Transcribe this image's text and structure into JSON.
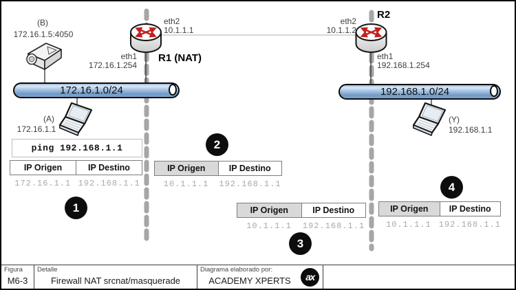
{
  "colors": {
    "pipe_blue": "#7fa7d1",
    "dash_gray": "#a6a6a6",
    "arrow_red": "#c41f1f",
    "table_header_gray": "#d9d9d9",
    "value_gray": "#a9a9a9",
    "badge_black": "#0d0d0d"
  },
  "diagram": {
    "networks": {
      "left": "172.16.1.0/24",
      "right": "192.168.1.0/24"
    },
    "devices": {
      "projector_b": {
        "label": "(B)",
        "address": "172.16.1.5:4050"
      },
      "host_a": {
        "label": "(A)",
        "address": "172.16.1.1"
      },
      "host_y": {
        "label": "(Y)",
        "address": "192.168.1.1"
      },
      "router_r1": {
        "name": "R1 (NAT)",
        "eth2_label": "eth2",
        "eth2_ip": "10.1.1.1",
        "eth1_label": "eth1",
        "eth1_ip": "172.16.1.254"
      },
      "router_r2": {
        "name": "R2",
        "eth2_label": "eth2",
        "eth2_ip": "10.1.1.2",
        "eth1_label": "eth1",
        "eth1_ip": "192.168.1.254"
      }
    },
    "command": "ping 192.168.1.1",
    "flows": [
      {
        "step": "1",
        "origin_header": "IP Origen",
        "dest_header": "IP Destino",
        "origin": "172.16.1.1",
        "dest": "192.168.1.1"
      },
      {
        "step": "2",
        "origin_header": "IP Origen",
        "dest_header": "IP Destino",
        "origin": "10.1.1.1",
        "dest": "192.168.1.1"
      },
      {
        "step": "3",
        "origin_header": "IP Origen",
        "dest_header": "IP Destino",
        "origin": "10.1.1.1",
        "dest": "192.168.1.1"
      },
      {
        "step": "4",
        "origin_header": "IP Origen",
        "dest_header": "IP Destino",
        "origin": "10.1.1.1",
        "dest": "192.168.1.1"
      }
    ]
  },
  "footer": {
    "figura_label": "Figura",
    "figura_value": "M6-3",
    "detalle_label": "Detalle",
    "detalle_value": "Firewall NAT srcnat/masquerade",
    "author_label": "Diagrama elaborado por:",
    "author_value": "ACADEMY XPERTS",
    "logo_text": "ax"
  }
}
